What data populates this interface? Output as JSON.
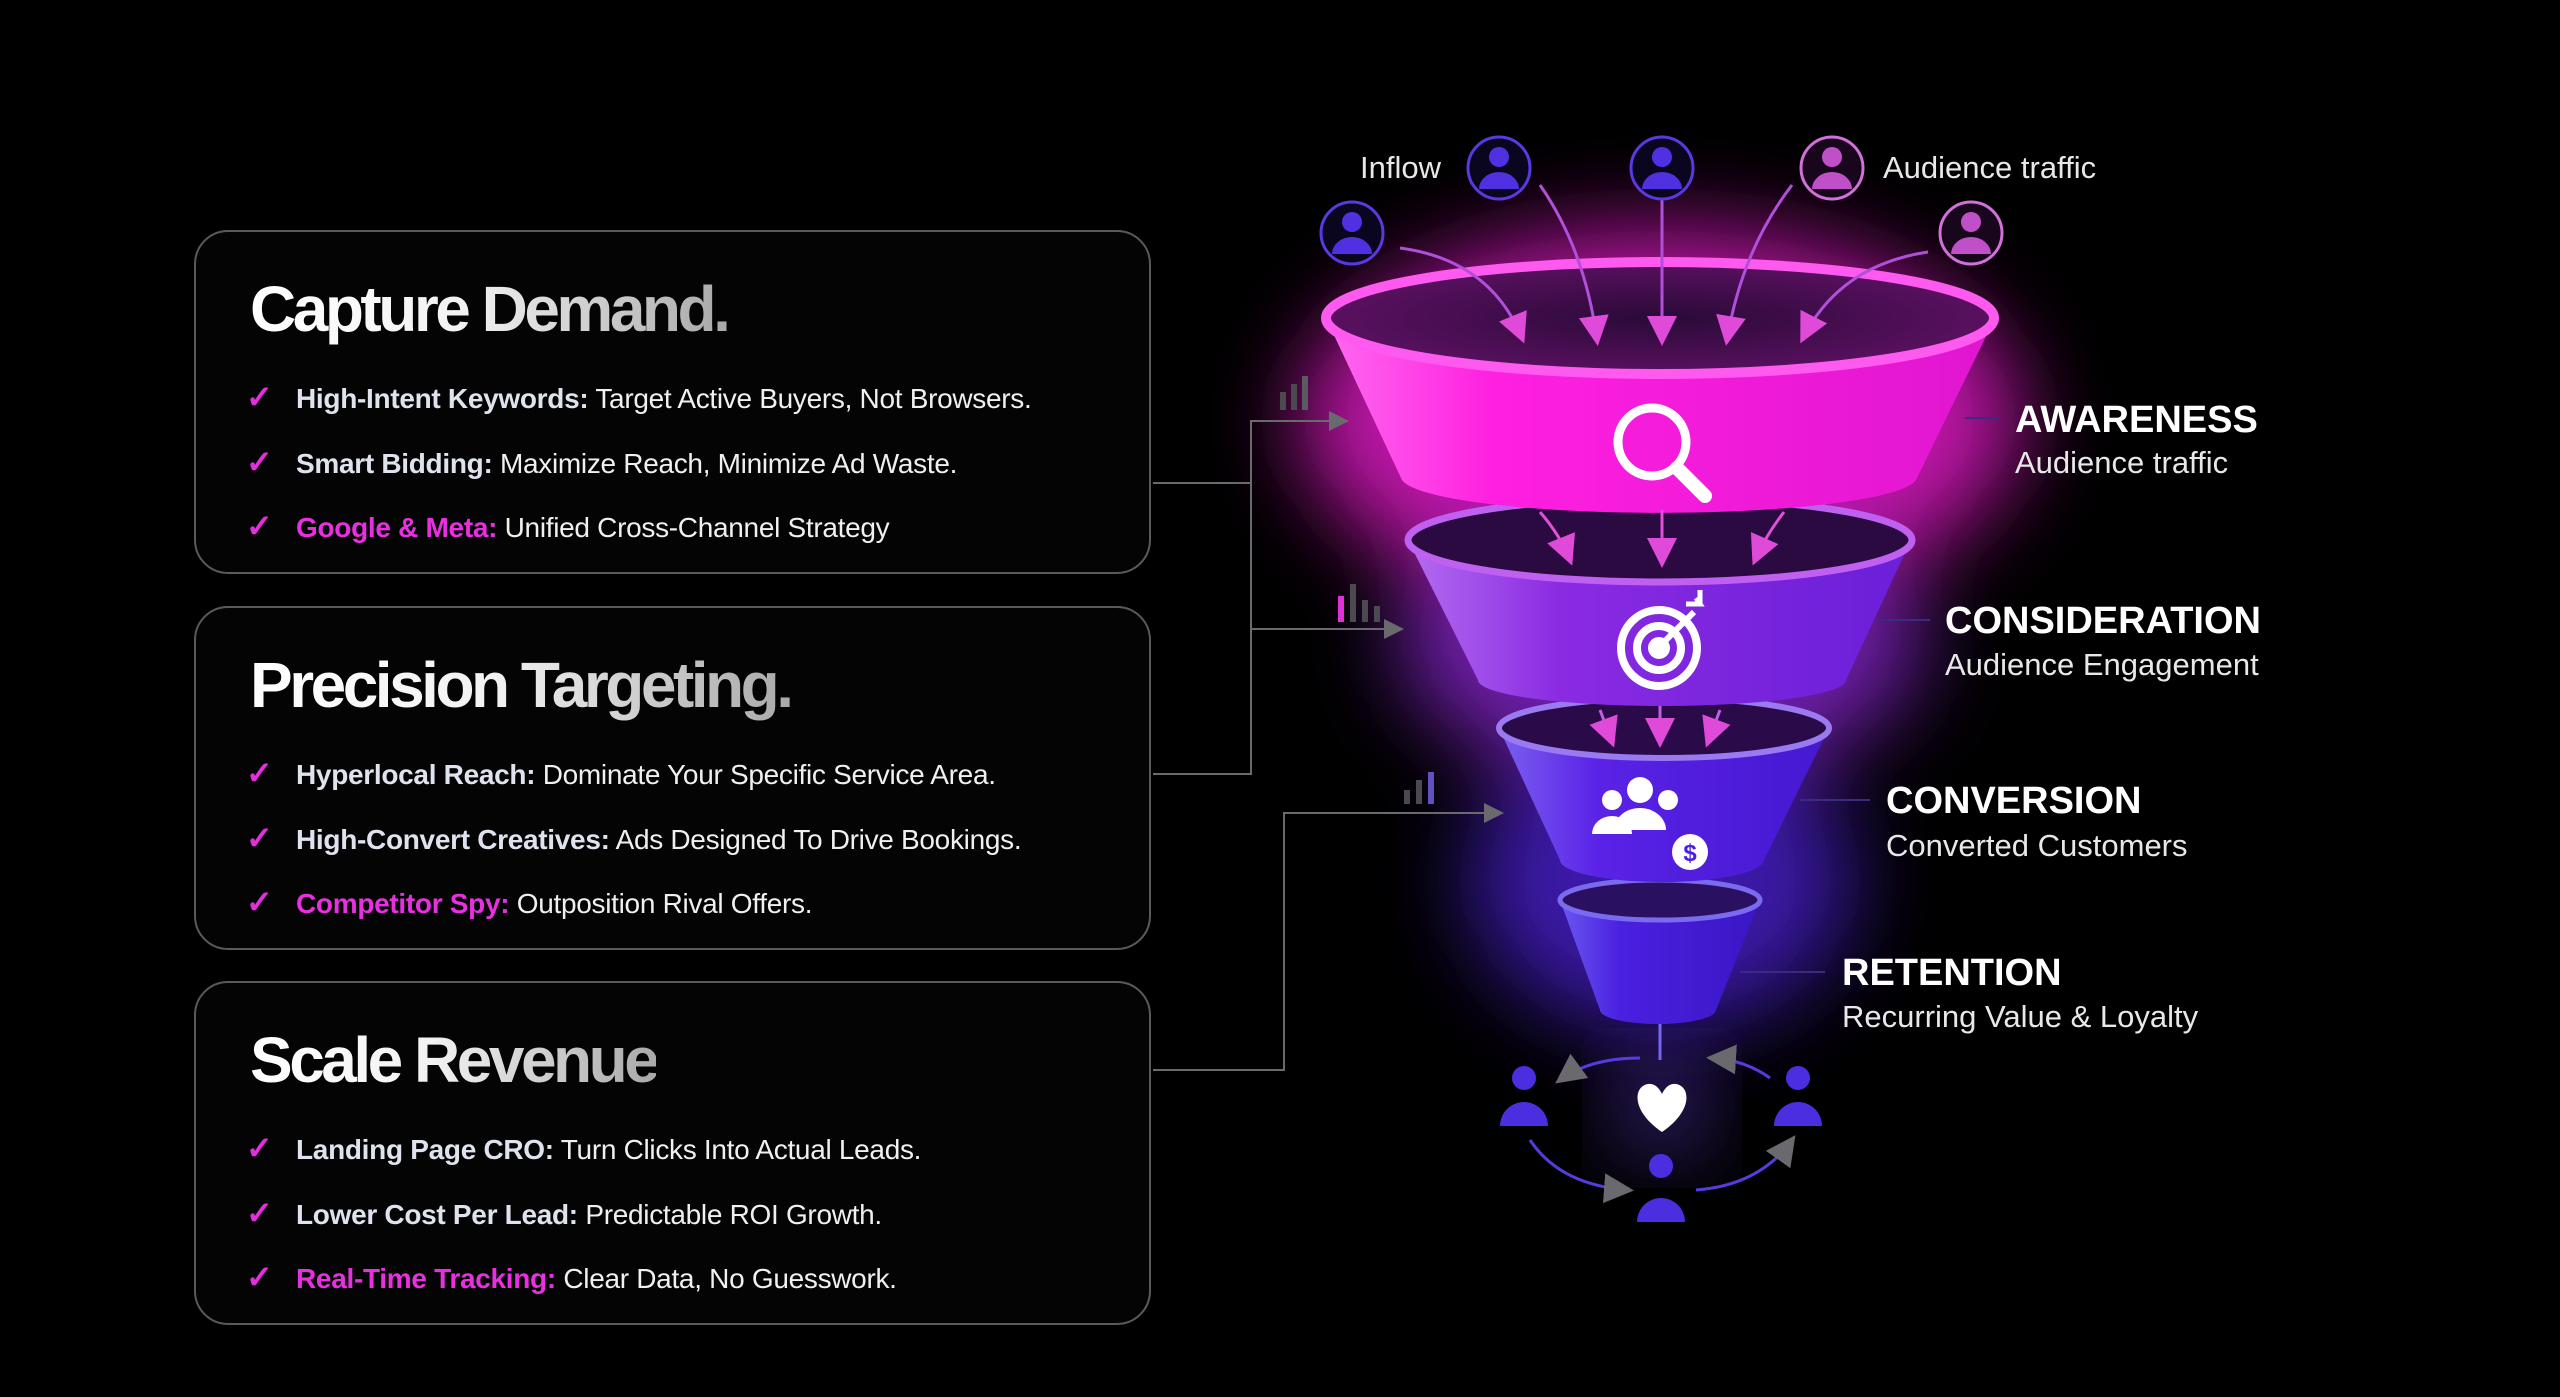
{
  "cards": [
    {
      "title": "Capture Demand.",
      "items": [
        {
          "bold": "High-Intent Keywords:",
          "text": "Target Active Buyers, Not Browsers.",
          "accent": false
        },
        {
          "bold": "Smart Bidding:",
          "text": "Maximize Reach, Minimize Ad Waste.",
          "accent": false
        },
        {
          "bold": "Google & Meta:",
          "text": "Unified Cross-Channel Strategy",
          "accent": true
        }
      ]
    },
    {
      "title": "Precision Targeting.",
      "items": [
        {
          "bold": "Hyperlocal Reach:",
          "text": "Dominate Your Specific Service Area.",
          "accent": false
        },
        {
          "bold": "High-Convert Creatives:",
          "text": "Ads Designed To Drive Bookings.",
          "accent": false
        },
        {
          "bold": "Competitor Spy:",
          "text": "Outposition Rival Offers.",
          "accent": true
        }
      ]
    },
    {
      "title": "Scale Revenue",
      "items": [
        {
          "bold": "Landing Page CRO:",
          "text": "Turn Clicks Into Actual Leads.",
          "accent": false
        },
        {
          "bold": "Lower Cost Per Lead:",
          "text": "Predictable ROI Growth.",
          "accent": false
        },
        {
          "bold": "Real-Time Tracking:",
          "text": "Clear Data, No Guesswork.",
          "accent": true
        }
      ]
    }
  ],
  "check_icon": "check-icon",
  "inflow": {
    "left_label": "Inflow",
    "right_label": "Audience traffic"
  },
  "stages": [
    {
      "title": "AWARENESS",
      "subtitle": "Audience traffic",
      "icon": "search-icon"
    },
    {
      "title": "CONSIDERATION",
      "subtitle": "Audience Engagement",
      "icon": "target-icon"
    },
    {
      "title": "CONVERSION",
      "subtitle": "Converted Customers",
      "icon": "customers-dollar-icon"
    },
    {
      "title": "RETENTION",
      "subtitle": "Recurring Value & Loyalty",
      "icon": "heart-loop-icon"
    }
  ],
  "colors": {
    "magenta": "#ff1fe0",
    "purple": "#8a2be2",
    "indigo": "#4a1fe0",
    "accent_text": "#e930e0"
  }
}
